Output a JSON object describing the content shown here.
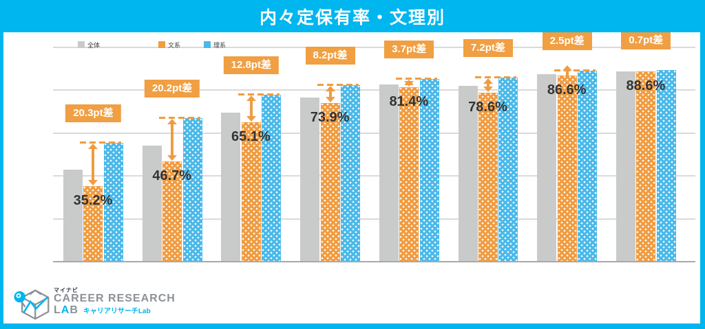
{
  "frame": {
    "accent_color": "#00b6ef"
  },
  "title": {
    "text": "内々定保有率・文理別"
  },
  "legend": {
    "items": [
      {
        "label": "全体",
        "color": "#c9caca"
      },
      {
        "label": "文系",
        "color": "#f09c41"
      },
      {
        "label": "理系",
        "color": "#4ab9e9"
      }
    ]
  },
  "chart_data": {
    "type": "bar",
    "title": "内々定保有率・文理別",
    "unit": "%",
    "ylim": [
      0,
      100
    ],
    "gridlines_pct": [
      0,
      20,
      40,
      60,
      80,
      100
    ],
    "grid": "on",
    "axis_tick_labels_visible": false,
    "groups": 8,
    "categories": [
      "",
      "",
      "",
      "",
      "",
      "",
      "",
      ""
    ],
    "series": [
      {
        "key": "overall",
        "name": "全体",
        "color": "#c9caca",
        "pattern": "solid",
        "values": [
          43.0,
          54.0,
          69.5,
          76.5,
          82.5,
          82.0,
          87.5,
          88.5
        ],
        "values_estimated": true
      },
      {
        "key": "bunkei",
        "name": "文系",
        "color": "#f09c41",
        "pattern": "white-dots",
        "values": [
          35.2,
          46.7,
          65.1,
          73.9,
          81.4,
          78.6,
          86.6,
          88.6
        ],
        "data_labels": [
          "35.2%",
          "46.7%",
          "65.1%",
          "73.9%",
          "81.4%",
          "78.6%",
          "86.6%",
          "88.6%"
        ]
      },
      {
        "key": "rikei",
        "name": "理系",
        "color": "#4ab9e9",
        "pattern": "white-dots",
        "values": [
          55.5,
          66.9,
          77.9,
          82.1,
          85.1,
          85.8,
          89.1,
          89.3
        ],
        "values_estimated": true
      }
    ],
    "diff_annotations": {
      "labels": [
        "20.3pt差",
        "20.2pt差",
        "12.8pt差",
        "8.2pt差",
        "3.7pt差",
        "7.2pt差",
        "2.5pt差",
        "0.7pt差"
      ],
      "values_pt": [
        20.3,
        20.2,
        12.8,
        8.2,
        3.7,
        7.2,
        2.5,
        0.7
      ],
      "box_color": "#f09f42",
      "arrow_color": "#f09c41"
    },
    "legend_position": "top-left"
  },
  "logo": {
    "brand_small": "マイナビ",
    "line1": "CAREER RESEARCH",
    "lab": {
      "l": "L",
      "a": "A",
      "b": "B"
    },
    "subtext": "キャリアリサーチLab"
  }
}
